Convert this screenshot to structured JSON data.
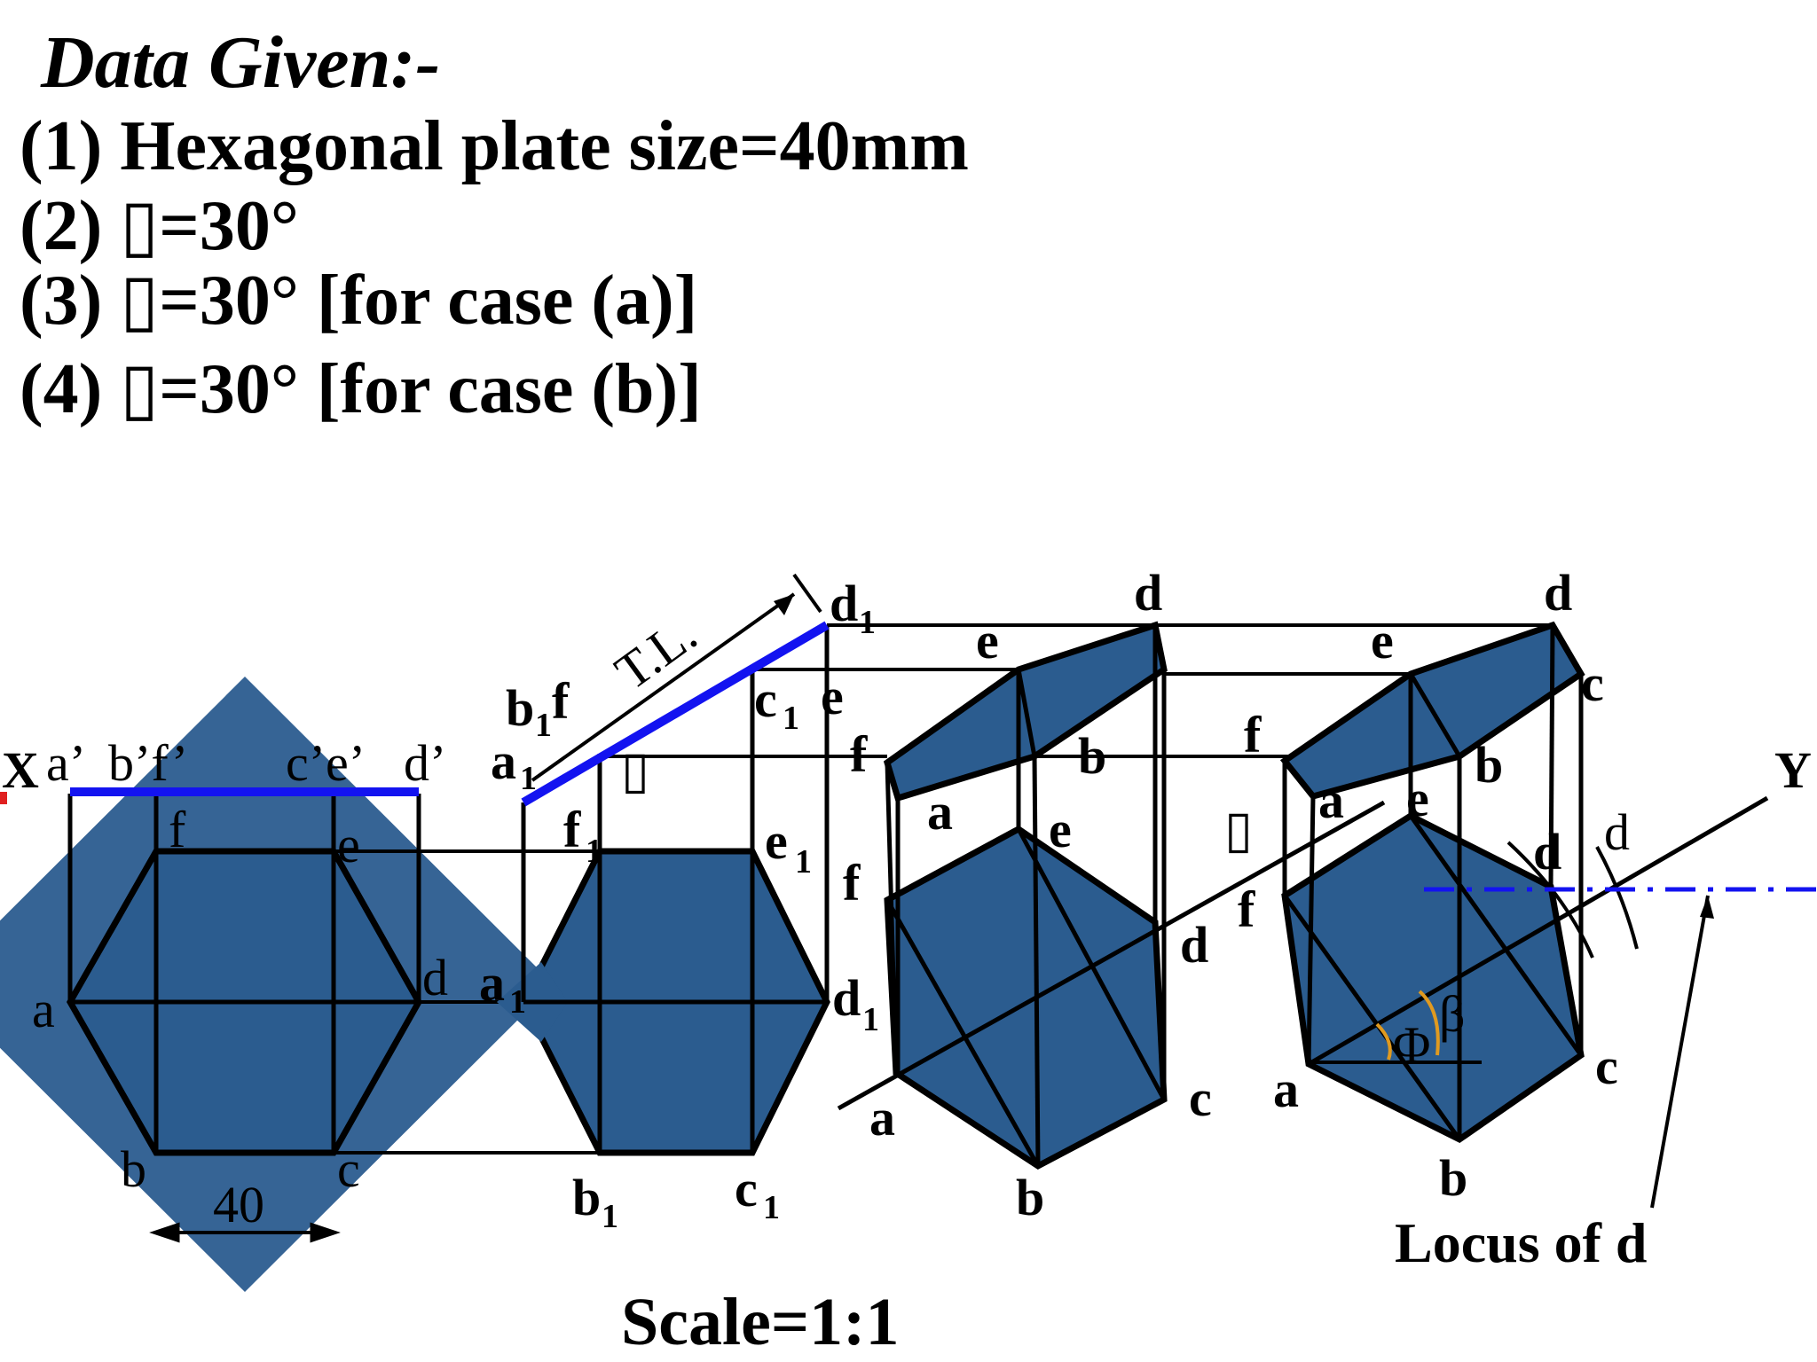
{
  "heading": "Data Given:-",
  "items": [
    "(1) Hexagonal plate size=40mm",
    "(2) ▯=30°",
    "(3) ▯=30° [for case (a)]",
    "(4) ▯=30° [for case (b)]"
  ],
  "scale_label": "Scale=1:1",
  "locus_label": "Locus of d",
  "dimension_label": "40",
  "tl_label": "T.L.",
  "xy_labels": {
    "x": "X",
    "y": "Y"
  },
  "angle_labels": {
    "phi": "Φ",
    "beta": "β",
    "missing_glyph": "▯"
  },
  "top_view_labels": {
    "elev": [
      "a’",
      "b’f’",
      "c’e’",
      "d’"
    ],
    "plan": [
      "a",
      "b",
      "c",
      "d",
      "e",
      "f"
    ]
  },
  "stage2_labels": [
    "a",
    "b",
    "c",
    "d",
    "e",
    "f",
    "b",
    "f",
    "c",
    "e",
    "d",
    "a"
  ],
  "stage3_labels": [
    "d",
    "e",
    "f",
    "b",
    "a",
    "f",
    "e",
    "d",
    "a",
    "b",
    "c"
  ],
  "stage4_labels": [
    "d",
    "e",
    "c",
    "f",
    "b",
    "a",
    "e",
    "f",
    "d",
    "d",
    "a",
    "b",
    "c"
  ],
  "colors": {
    "fill": "#2b5c8f",
    "line": "#000000",
    "edge_view": "#1313f0",
    "locus_line": "#1313f0",
    "angle_arrow": "#e09a20"
  }
}
